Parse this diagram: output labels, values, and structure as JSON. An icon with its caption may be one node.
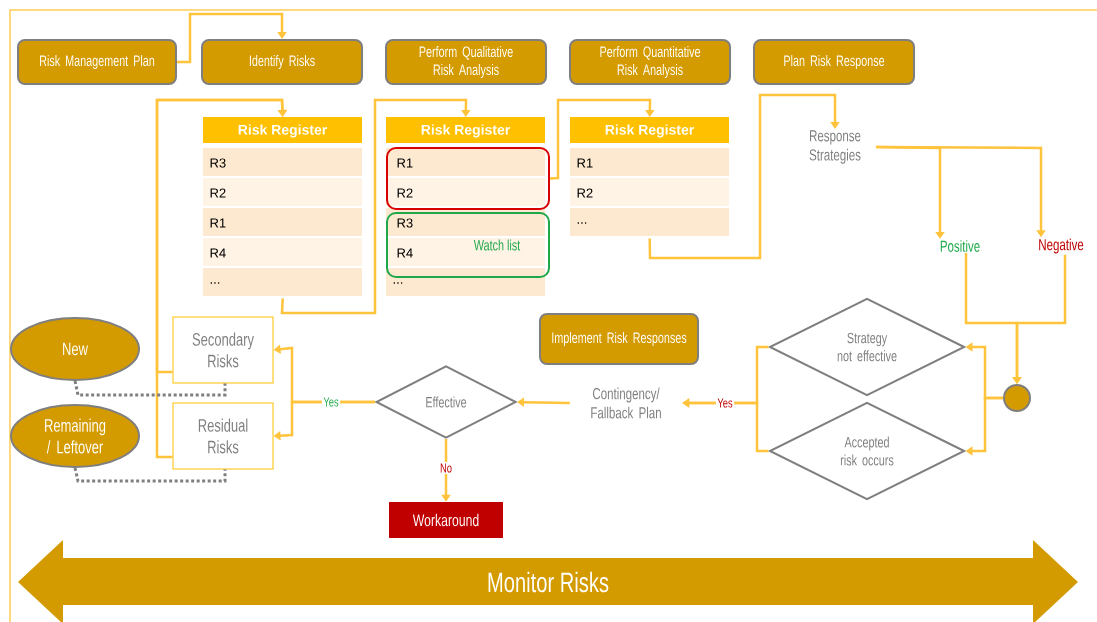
{
  "diagram": {
    "nodes": [
      {
        "text": [
          "Risk Management Plan"
        ]
      },
      {
        "text": [
          "Identify Risks"
        ]
      },
      {
        "text": [
          "Perform Qualitative Risk Analysis"
        ]
      },
      {
        "text": [
          "Perform Quantitative Risk Analysis"
        ]
      },
      {
        "text": [
          "Plan Risk Response"
        ]
      },
      {
        "text": [
          "Risk Register",
          "R3",
          "R2",
          "R1",
          "R4",
          "..."
        ]
      },
      {
        "text": [
          "Risk Register",
          "..."
        ]
      },
      {
        "text": [
          "R1",
          "R2"
        ],
        "in": 6
      },
      {
        "text": [
          "R3",
          "R4",
          "Watch list"
        ],
        "in": 6
      },
      {
        "text": [
          "Risk Register",
          "R1",
          "R2",
          "..."
        ]
      },
      {
        "text": [
          "Response Strategies"
        ]
      },
      {
        "text": [
          "Positive"
        ]
      },
      {
        "text": [
          "Negative"
        ]
      },
      {
        "text": [],
        "shape": "circle"
      },
      {
        "text": [
          "Strategy not effective"
        ]
      },
      {
        "text": [
          "Accepted risk occurs"
        ]
      },
      {
        "text": [
          "Implement Risk Responses"
        ]
      },
      {
        "text": [
          "Contingency/ Fallback Plan"
        ]
      },
      {
        "text": [
          "Effective"
        ]
      },
      {
        "text": [
          "Workaround"
        ]
      },
      {
        "text": [
          "Secondary Risks"
        ]
      },
      {
        "text": [
          "Residual Risks"
        ]
      },
      {
        "text": [
          "New"
        ]
      },
      {
        "text": [
          "Remaining / Leftover"
        ]
      },
      {
        "text": [
          "Monitor Risks"
        ]
      }
    ],
    "edges": [
      {
        "from": 0,
        "to": 1,
        "arrow": "to"
      },
      {
        "from": 20,
        "to": 5,
        "arrow": "to"
      },
      {
        "from": 21,
        "to": 5,
        "arrow": "to"
      },
      {
        "from": 5,
        "to": 6,
        "arrow": "to"
      },
      {
        "from": 7,
        "to": 9,
        "arrow": "to"
      },
      {
        "from": 9,
        "to": 10,
        "arrow": "to"
      },
      {
        "from": 10,
        "to": 11,
        "arrow": "to"
      },
      {
        "from": 10,
        "to": 12,
        "arrow": "to"
      },
      {
        "from": 11,
        "to": 13,
        "arrow": "to"
      },
      {
        "from": 12,
        "to": 13,
        "arrow": "to"
      },
      {
        "from": 13,
        "to": 14,
        "arrow": "to"
      },
      {
        "from": 13,
        "to": 15,
        "arrow": "to"
      },
      {
        "from": 14,
        "to": 17,
        "arrow": "to",
        "label": "Yes"
      },
      {
        "from": 15,
        "to": 17,
        "arrow": "to"
      },
      {
        "from": 17,
        "to": 18,
        "arrow": "to"
      },
      {
        "from": 18,
        "to": 20,
        "arrow": "to",
        "label": "Yes"
      },
      {
        "from": 18,
        "to": 21,
        "arrow": "to"
      },
      {
        "from": 18,
        "to": 19,
        "arrow": "to",
        "label": "No"
      },
      {
        "from": 22,
        "to": 20,
        "arrow": "none",
        "style": "dashed",
        "color": "#7f7f7f"
      },
      {
        "from": 23,
        "to": 21,
        "arrow": "none",
        "style": "dashed",
        "color": "#7f7f7f"
      }
    ]
  }
}
